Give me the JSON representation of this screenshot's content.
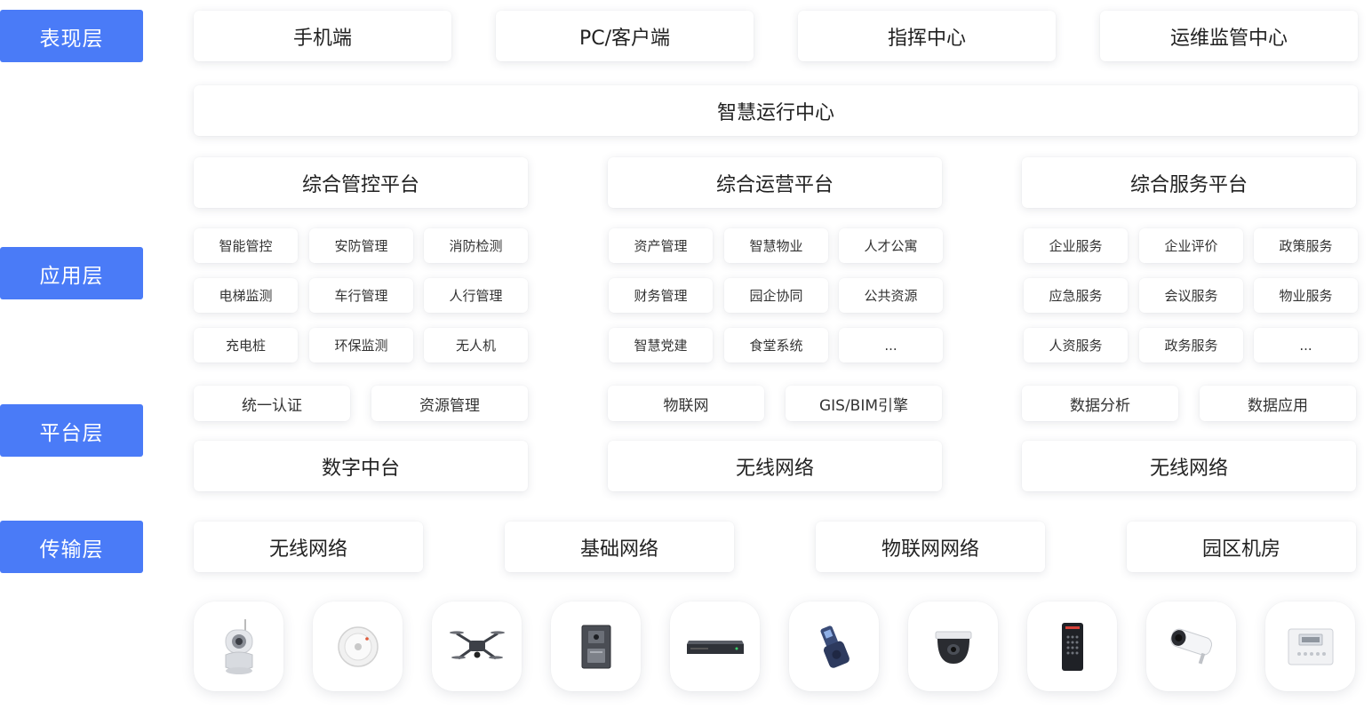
{
  "layers": {
    "presentation": "表现层",
    "application": "应用层",
    "platform": "平台层",
    "transport": "传输层"
  },
  "presentation": {
    "items": [
      "手机端",
      "PC/客户端",
      "指挥中心",
      "运维监管中心"
    ],
    "center": "智慧运行中心"
  },
  "application": {
    "platforms": [
      {
        "title": "综合管控平台",
        "items": [
          "智能管控",
          "安防管理",
          "消防检测",
          "电梯监测",
          "车行管理",
          "人行管理",
          "充电桩",
          "环保监测",
          "无人机"
        ]
      },
      {
        "title": "综合运营平台",
        "items": [
          "资产管理",
          "智慧物业",
          "人才公寓",
          "财务管理",
          "园企协同",
          "公共资源",
          "智慧党建",
          "食堂系统",
          "..."
        ]
      },
      {
        "title": "综合服务平台",
        "items": [
          "企业服务",
          "企业评价",
          "政策服务",
          "应急服务",
          "会议服务",
          "物业服务",
          "人资服务",
          "政务服务",
          "..."
        ]
      }
    ]
  },
  "platform": {
    "pairs": [
      [
        "统一认证",
        "资源管理"
      ],
      [
        "物联网",
        "GIS/BIM引擎"
      ],
      [
        "数据分析",
        "数据应用"
      ]
    ],
    "bases": [
      "数字中台",
      "无线网络",
      "无线网络"
    ]
  },
  "transport": {
    "items": [
      "无线网络",
      "基础网络",
      "物联网网络",
      "园区机房"
    ]
  },
  "devices": [
    "wifi-camera-icon",
    "smoke-detector-icon",
    "drone-icon",
    "door-intercom-icon",
    "nvr-recorder-icon",
    "handheld-scanner-icon",
    "dome-camera-icon",
    "access-keypad-icon",
    "bullet-camera-icon",
    "thermostat-icon"
  ]
}
